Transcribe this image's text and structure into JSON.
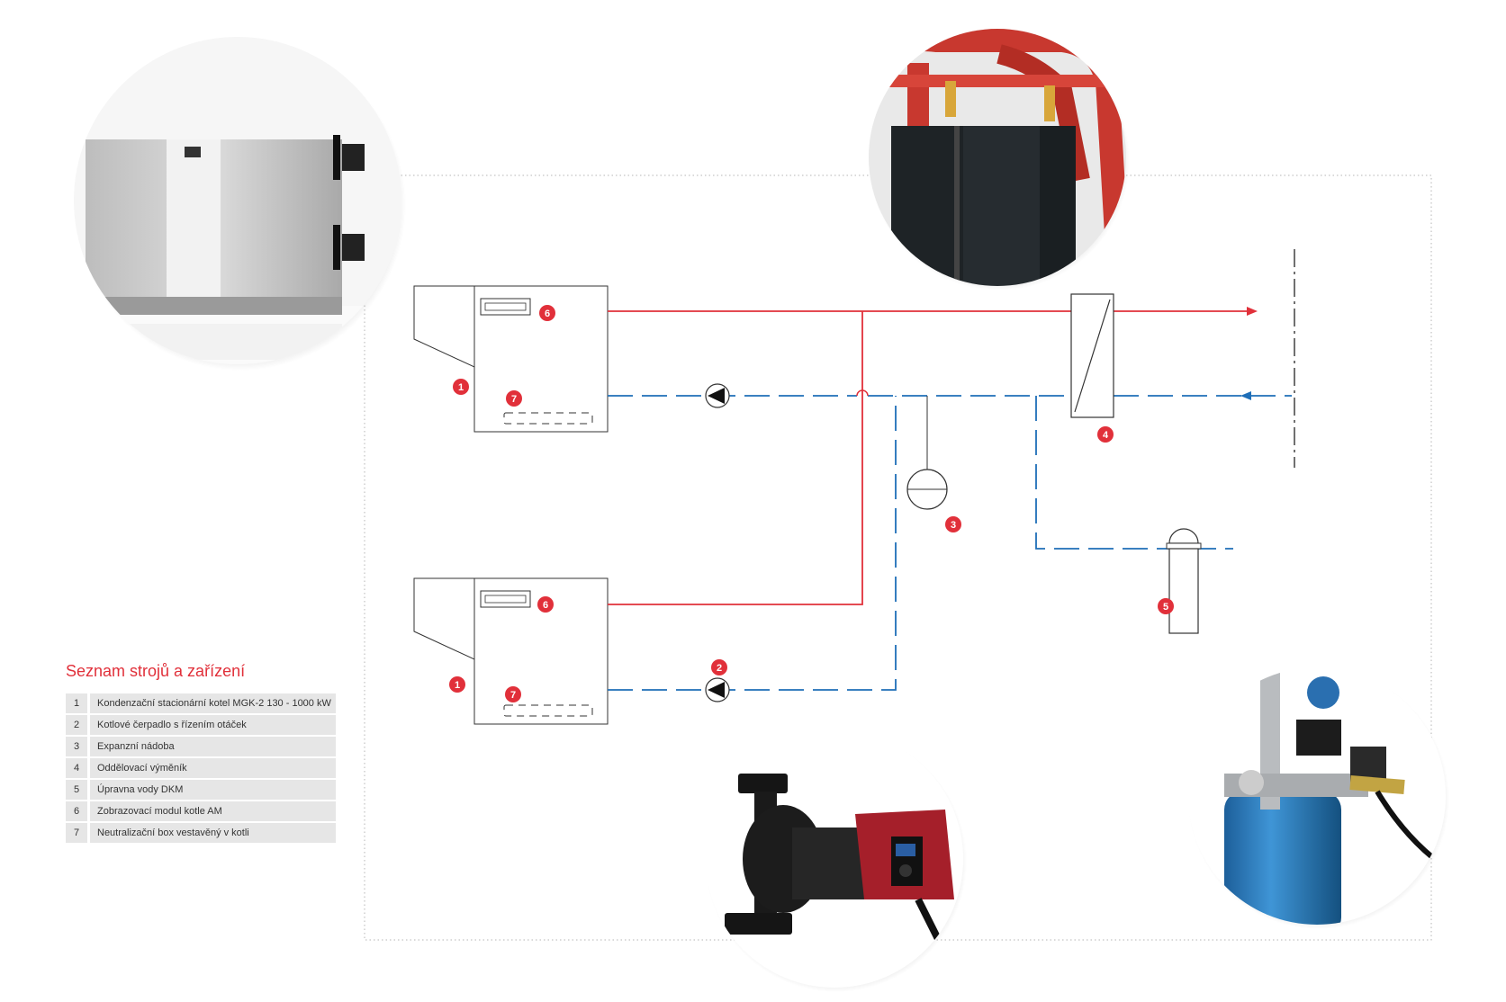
{
  "legend": {
    "title": "Seznam strojů a zařízení",
    "items": [
      {
        "num": "1",
        "text": "Kondenzační stacionární kotel MGK-2 130 - 1000 kW"
      },
      {
        "num": "2",
        "text": "Kotlové čerpadlo s řízením otáček"
      },
      {
        "num": "3",
        "text": "Expanzní nádoba"
      },
      {
        "num": "4",
        "text": "Oddělovací výměník"
      },
      {
        "num": "5",
        "text": "Úpravna vody DKM"
      },
      {
        "num": "6",
        "text": "Zobrazovací modul kotle AM"
      },
      {
        "num": "7",
        "text": "Neutralizační box vestavěný v kotli"
      }
    ]
  },
  "badges": {
    "boiler": "1",
    "pump": "2",
    "expansion": "3",
    "exchanger": "4",
    "water_treatment": "5",
    "display": "6",
    "neutralization": "7"
  },
  "colors": {
    "accent": "#e1303a",
    "supply_line": "#e1303a",
    "return_line": "#1f6fb8",
    "border_dots": "#b5b5b5"
  }
}
